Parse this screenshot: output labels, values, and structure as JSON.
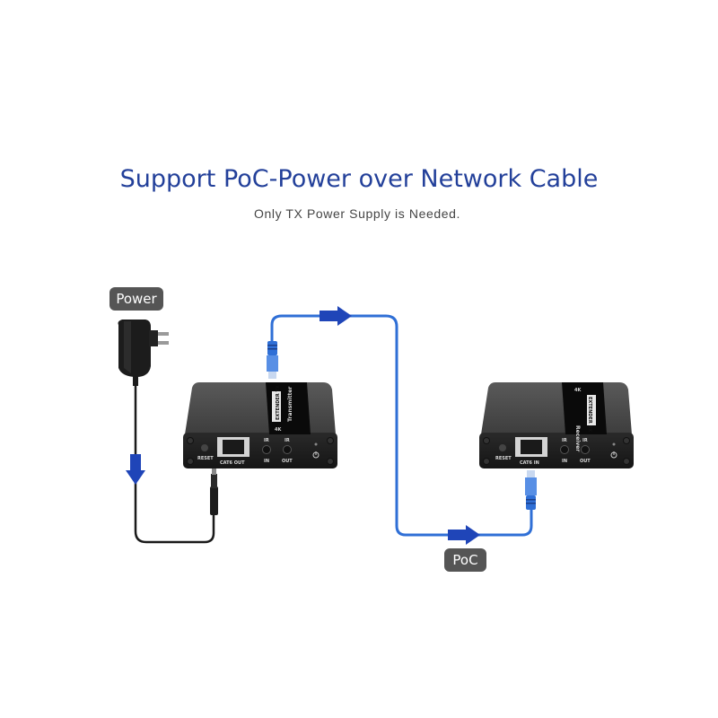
{
  "header": {
    "title": "Support PoC-Power over Network Cable",
    "subtitle": "Only TX Power Supply is Needed."
  },
  "labels": {
    "power": "Power",
    "poc": "PoC"
  },
  "transmitter": {
    "badge": "4K",
    "model": "EXTENDER TX",
    "role": "Transmitter",
    "reset_label": "RESET",
    "port_label": "CAT6 OUT",
    "ir_in_top": "IR",
    "ir_in_bottom": "IN",
    "ir_out_top": "IR",
    "ir_out_bottom": "OUT"
  },
  "receiver": {
    "badge": "4K",
    "model": "EXTENDER RX",
    "role": "Receiver",
    "reset_label": "RESET",
    "port_label": "CAT6 IN",
    "ir_in_top": "IR",
    "ir_in_bottom": "IN",
    "ir_out_top": "IR",
    "ir_out_bottom": "OUT"
  },
  "colors": {
    "title": "#23409a",
    "cable_blue": "#2f6fd6",
    "arrow_blue": "#1f45b8",
    "device_body": "#3a3a3a",
    "tag_bg": "#555555"
  }
}
